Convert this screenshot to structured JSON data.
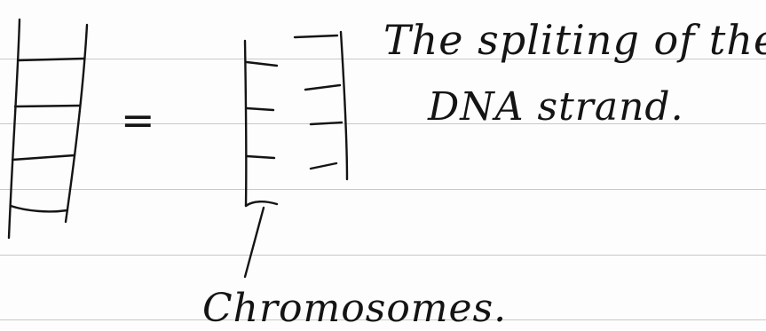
{
  "caption": {
    "line1": "The spliting of the",
    "line2": "DNA strand."
  },
  "equals_sign": "=",
  "label": {
    "chromosomes": "Chromosomes."
  }
}
